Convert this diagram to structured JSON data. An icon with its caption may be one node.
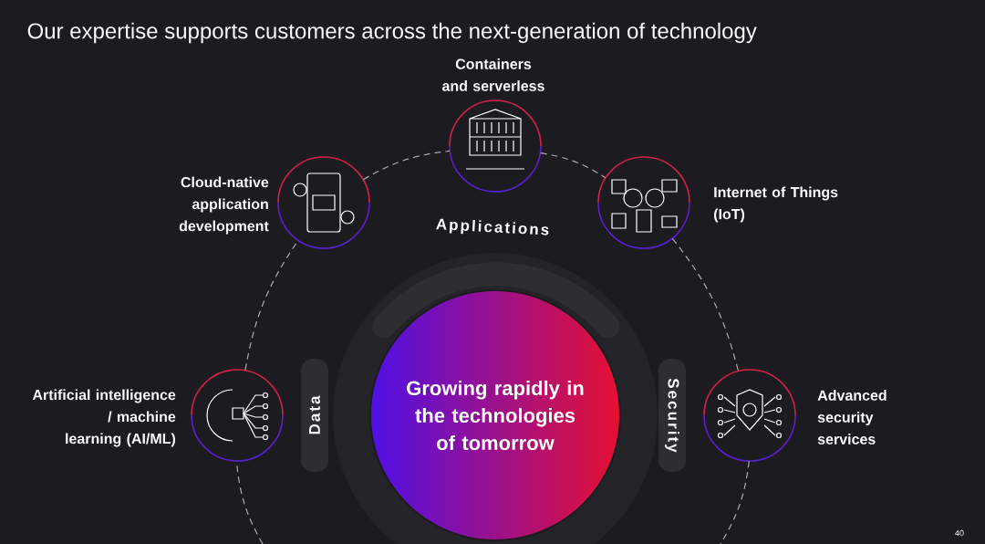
{
  "diagram": {
    "title": "Our expertise supports customers across the next-generation of technology",
    "nodes": [
      {
        "text": [
          "Containers and serverless"
        ]
      },
      {
        "text": [
          "Cloud-native application development"
        ]
      },
      {
        "text": [
          "Internet of Things (IoT)"
        ]
      },
      {
        "text": [
          "Applications"
        ]
      },
      {
        "text": [
          "Artificial intelligence / machine learning (AI/ML)"
        ]
      },
      {
        "text": [
          "Data"
        ]
      },
      {
        "text": [
          "Growing rapidly in the technologies of tomorrow"
        ]
      },
      {
        "text": [
          "Security"
        ]
      },
      {
        "text": [
          "Advanced security services"
        ]
      }
    ],
    "edges": [
      {
        "from": null,
        "to": 4,
        "arrow": "none",
        "style": "dashed"
      },
      {
        "from": 4,
        "to": 1,
        "arrow": "none",
        "style": "dashed"
      },
      {
        "from": 1,
        "to": 0,
        "arrow": "none",
        "style": "dashed"
      },
      {
        "from": 0,
        "to": 2,
        "arrow": "none",
        "style": "dashed"
      },
      {
        "from": 2,
        "to": 8,
        "arrow": "none",
        "style": "dashed"
      },
      {
        "from": 8,
        "to": null,
        "arrow": "none",
        "style": "dashed"
      }
    ],
    "labels": [
      "40"
    ]
  }
}
